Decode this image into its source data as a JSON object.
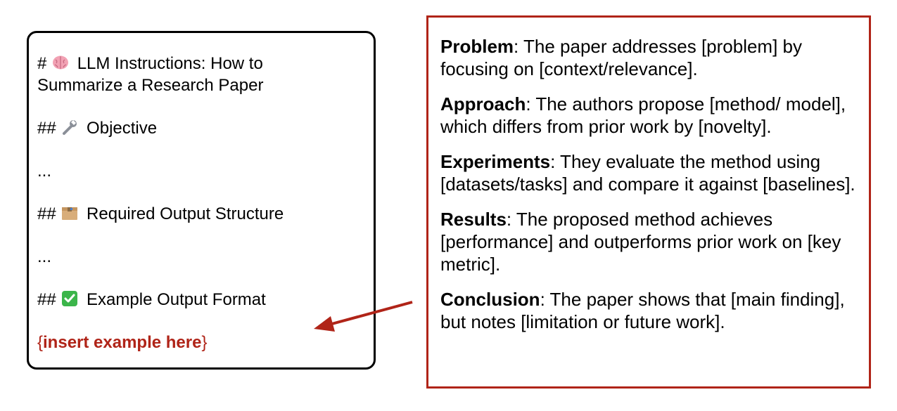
{
  "instructions": {
    "title_line1": "# 🧠 LLM Instructions: How to",
    "title_prefix": "#",
    "title_text_line1": "LLM Instructions: How to",
    "title_line2": "Summarize a Research Paper",
    "objective_prefix": "##",
    "objective_text": "Objective",
    "ellipsis_1": "...",
    "structure_prefix": "##",
    "structure_text": "Required Output Structure",
    "ellipsis_2": "...",
    "example_prefix": "##",
    "example_text": "Example Output Format",
    "placeholder_open": "{",
    "placeholder_text": "insert example here",
    "placeholder_close": "}"
  },
  "icons": {
    "title_icon": "brain-icon",
    "objective_icon": "wrench-icon",
    "structure_icon": "package-icon",
    "example_icon": "checkmark-icon"
  },
  "colors": {
    "accent_red": "#b02418",
    "check_green": "#3bb54a"
  },
  "output": {
    "sections": [
      {
        "label": "Problem",
        "text": ": The paper addresses [problem] by focusing on [context/relevance]."
      },
      {
        "label": "Approach",
        "text": ": The authors propose [method/ model], which differs from prior work by [novelty]."
      },
      {
        "label": "Experiments",
        "text": ": They evaluate the method using [datasets/tasks] and compare it against [baselines]."
      },
      {
        "label": "Results",
        "text": ": The proposed method achieves [performance] and outperforms prior work on [key metric]."
      },
      {
        "label": "Conclusion",
        "text": ": The paper shows that [main finding], but notes [limitation or future work]."
      }
    ]
  }
}
